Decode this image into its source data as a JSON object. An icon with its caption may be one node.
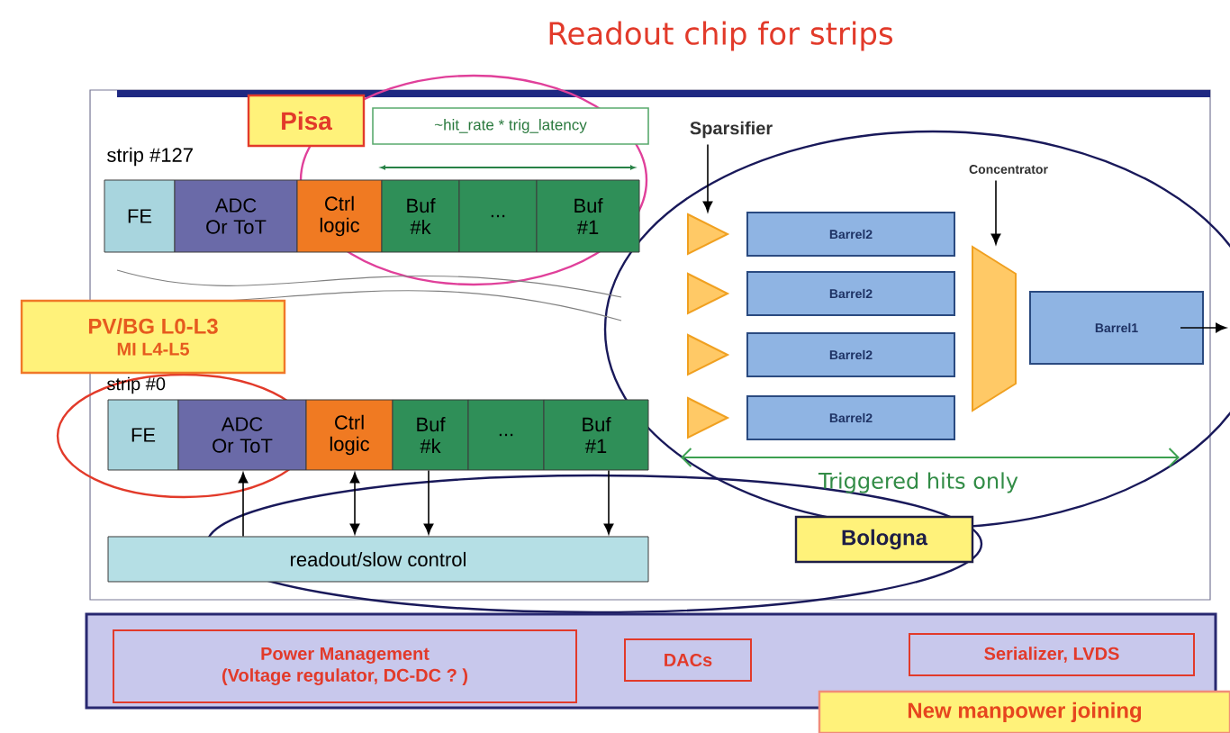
{
  "diagram": {
    "title": "Readout chip for strips",
    "nodes": [
      {
        "text": [
          "FE"
        ]
      },
      {
        "text": [
          "ADC Or ToT"
        ]
      },
      {
        "text": [
          "Ctrl logic"
        ]
      },
      {
        "text": [
          "Buf #k"
        ]
      },
      {
        "text": [
          "..."
        ]
      },
      {
        "text": [
          "Buf #1"
        ]
      },
      {
        "text": [
          "FE"
        ]
      },
      {
        "text": [
          "ADC Or ToT"
        ]
      },
      {
        "text": [
          "Ctrl logic"
        ]
      },
      {
        "text": [
          "Buf #k"
        ]
      },
      {
        "text": [
          "..."
        ]
      },
      {
        "text": [
          "Buf #1"
        ]
      },
      {
        "text": [
          "readout/slow control"
        ]
      },
      {
        "text": [
          "Sparsifier"
        ]
      },
      {
        "text": [],
        "shape": "triangle"
      },
      {
        "text": [],
        "shape": "triangle"
      },
      {
        "text": [],
        "shape": "triangle"
      },
      {
        "text": [],
        "shape": "triangle"
      },
      {
        "text": [
          "Barrel2"
        ]
      },
      {
        "text": [
          "Barrel2"
        ]
      },
      {
        "text": [
          "Barrel2"
        ]
      },
      {
        "text": [
          "Barrel2"
        ]
      },
      {
        "text": [
          "Concentrator"
        ]
      },
      {
        "text": [],
        "shape": "trapezoid"
      },
      {
        "text": [
          "Barrel1"
        ]
      },
      {
        "text": [],
        "shape": "box"
      },
      {
        "text": [
          "Power Management",
          "(Voltage regulator, DC-DC ? )"
        ],
        "in": 25
      },
      {
        "text": [
          "DACs"
        ],
        "in": 25
      },
      {
        "text": [
          "Serializer, LVDS"
        ],
        "in": 25
      },
      {
        "text": [
          "Pisa"
        ]
      },
      {
        "text": [
          "~hit_rate * trig_latency"
        ]
      },
      {
        "text": [
          "PV/BG L0-L3",
          "MI L4-L5"
        ]
      },
      {
        "text": [
          "Bologna"
        ]
      },
      {
        "text": [
          "New manpower joining"
        ]
      }
    ],
    "edges": [
      {
        "from": 13,
        "to": 14,
        "arrow": "to"
      },
      {
        "from": 22,
        "to": 23,
        "arrow": "to"
      },
      {
        "from": 24,
        "to": null,
        "arrow": "to"
      },
      {
        "from": 12,
        "to": 7,
        "arrow": "to"
      },
      {
        "from": 8,
        "to": 12,
        "arrow": "both"
      },
      {
        "from": 9,
        "to": 12,
        "arrow": "to"
      },
      {
        "from": 11,
        "to": 12,
        "arrow": "to"
      }
    ],
    "labels": [
      "strip #127",
      "strip #0",
      "Triggered hits only"
    ]
  }
}
